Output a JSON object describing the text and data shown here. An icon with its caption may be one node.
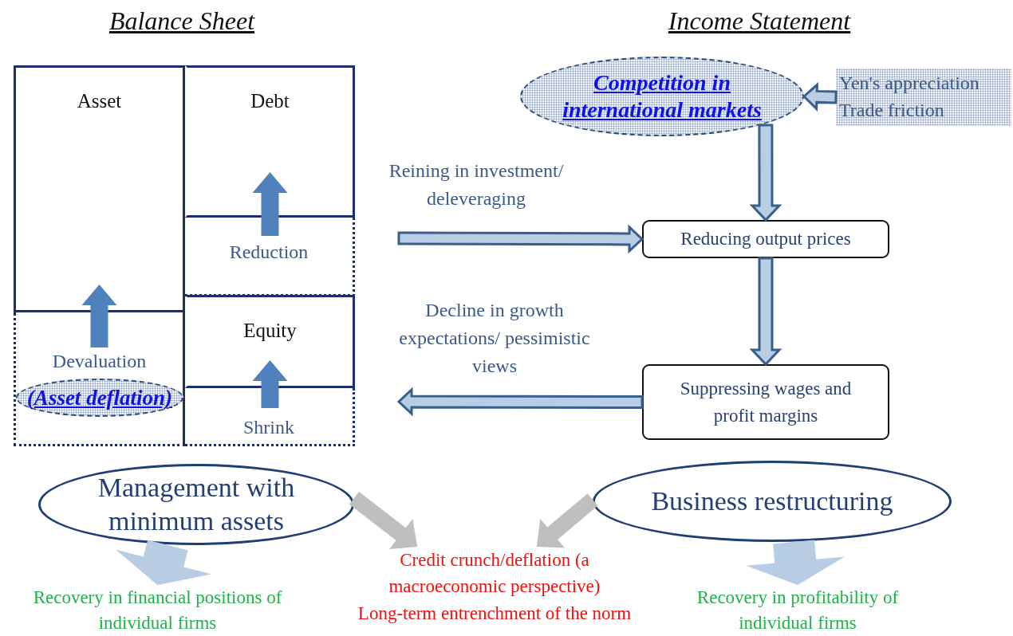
{
  "diagram": {
    "nodes": [
      {
        "text": [
          "Asset"
        ]
      },
      {
        "text": [
          "Devaluation"
        ]
      },
      {
        "text": [
          "(Asset deflation)"
        ],
        "in": 1
      },
      {
        "text": [
          "Debt"
        ]
      },
      {
        "text": [
          "Reduction"
        ]
      },
      {
        "text": [
          "Equity"
        ]
      },
      {
        "text": [
          "Shrink"
        ]
      },
      {
        "text": [
          "Competition in international markets"
        ]
      },
      {
        "text": [
          "Yen's appreciation",
          "Trade friction"
        ]
      },
      {
        "text": [
          "Reducing output prices"
        ]
      },
      {
        "text": [
          "Suppressing wages and profit margins"
        ]
      },
      {
        "text": [
          "Management with minimum assets"
        ]
      },
      {
        "text": [
          "Business restructuring"
        ]
      },
      {
        "text": [
          "Credit crunch/deflation (a macroeconomic perspective)",
          "Long-term entrenchment of the norm"
        ]
      },
      {
        "text": [
          "Recovery in financial positions of individual firms"
        ]
      },
      {
        "text": [
          "Recovery in profitability of individual firms"
        ]
      }
    ],
    "edges": [
      {
        "from": 8,
        "to": 7,
        "arrow": "to"
      },
      {
        "from": 7,
        "to": 9,
        "arrow": "to"
      },
      {
        "from": 9,
        "to": 10,
        "arrow": "to"
      },
      {
        "from": null,
        "to": 9,
        "arrow": "to",
        "label": "Reining in investment/ deleveraging"
      },
      {
        "from": 10,
        "to": null,
        "arrow": "to",
        "label": "Decline in growth expectations/ pessimistic views"
      },
      {
        "from": 11,
        "to": 13,
        "arrow": "to",
        "style": "thick",
        "color": "#bfbfbf"
      },
      {
        "from": 12,
        "to": 13,
        "arrow": "to",
        "style": "thick",
        "color": "#bfbfbf"
      },
      {
        "from": 11,
        "to": 14,
        "arrow": "to",
        "style": "thick",
        "color": "#b8cce4"
      },
      {
        "from": 12,
        "to": 15,
        "arrow": "to",
        "style": "thick",
        "color": "#b8cce4"
      },
      {
        "from": 1,
        "to": 0,
        "arrow": "to",
        "style": "thick",
        "color": "#4f81bd"
      },
      {
        "from": 4,
        "to": 3,
        "arrow": "to",
        "style": "thick",
        "color": "#4f81bd"
      },
      {
        "from": 6,
        "to": 5,
        "arrow": "to",
        "style": "thick",
        "color": "#4f81bd"
      }
    ],
    "labels": [
      "Balance Sheet",
      "Income Statement"
    ]
  }
}
